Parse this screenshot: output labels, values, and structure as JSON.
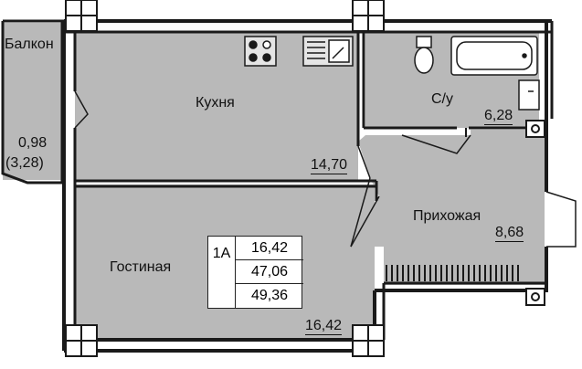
{
  "rooms": {
    "balcony": {
      "name": "Балкон",
      "area": "0,98",
      "area_full": "(3,28)"
    },
    "kitchen": {
      "name": "Кухня",
      "area": "14,70"
    },
    "bathroom": {
      "name": "С/у",
      "area": "6,28"
    },
    "hallway": {
      "name": "Прихожая",
      "area": "8,68"
    },
    "living": {
      "name": "Гостиная",
      "area": "16,42"
    }
  },
  "summary": {
    "type_code": "1А",
    "living_area": "16,42",
    "total_area": "47,06",
    "total_area_with_balcony": "49,36"
  },
  "colors": {
    "floor": "#b9b9b9",
    "wall": "#1a1a1a",
    "background": "#ffffff"
  }
}
